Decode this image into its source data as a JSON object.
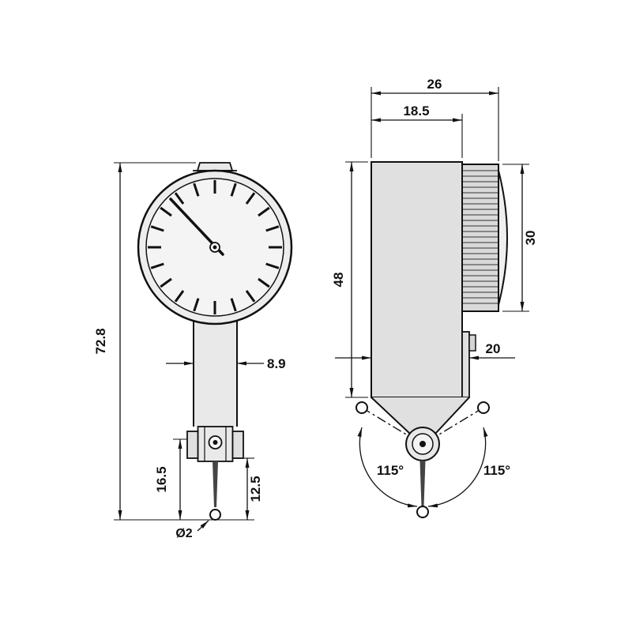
{
  "front": {
    "total_height": "72.8",
    "stem_width": "8.9",
    "contact_offset": "16.5",
    "contact_length": "12.5",
    "ball_diameter": "Ø2"
  },
  "side": {
    "overall_depth": "26",
    "body_depth": "18.5",
    "bezel_diameter": "30",
    "body_height": "48",
    "lower_body_depth": "20",
    "swing_left": "115°",
    "swing_right": "115°"
  }
}
